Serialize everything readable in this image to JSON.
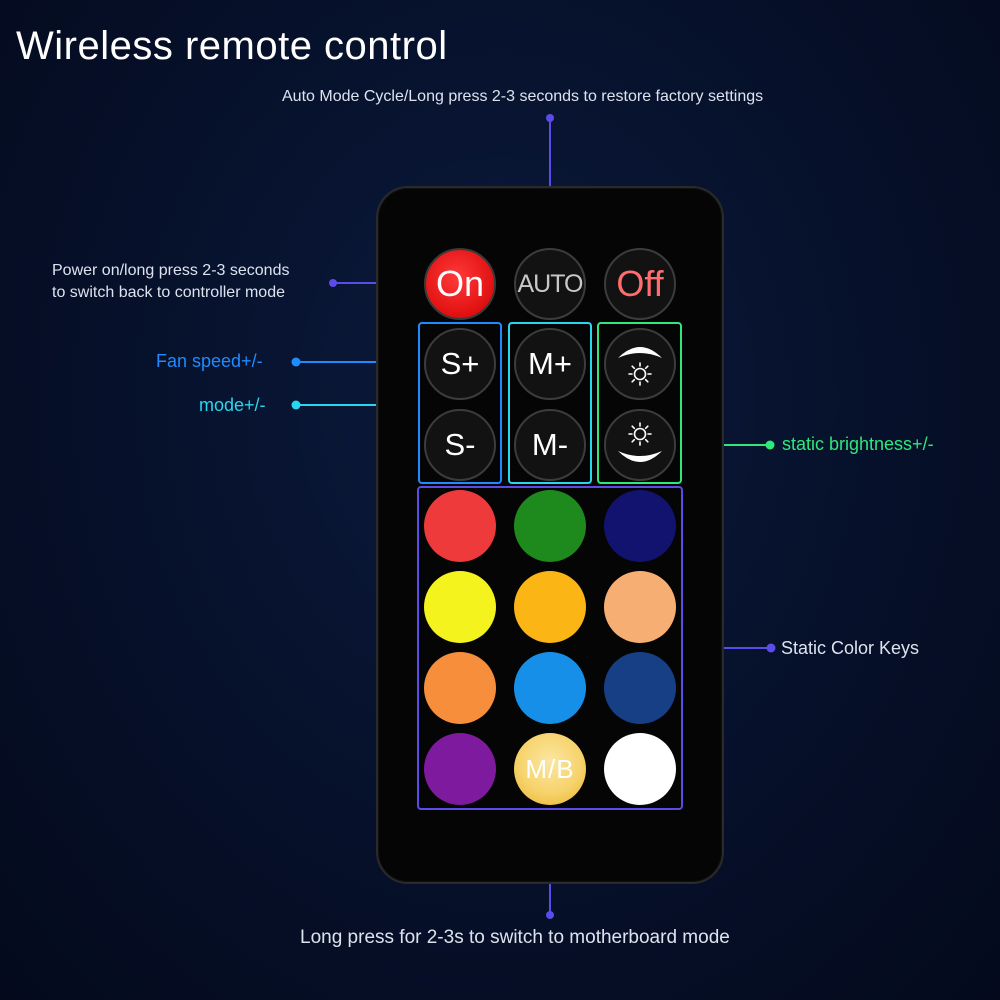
{
  "title": "Wireless remote control",
  "annotations": {
    "auto_mode": "Auto Mode Cycle/Long press 2-3 seconds to restore factory settings",
    "power_line1": "Power on/long press 2-3 seconds",
    "power_line2": "to switch back to controller mode",
    "fan_speed": "Fan speed+/-",
    "mode": "mode+/-",
    "static_brightness": "static brightness+/-",
    "static_color_keys": "Static Color Keys",
    "motherboard": "Long press for 2-3s to switch to motherboard mode"
  },
  "buttons": {
    "on": "On",
    "auto": "AUTO",
    "off": "Off",
    "speed_up": "S+",
    "speed_down": "S-",
    "mode_up": "M+",
    "mode_down": "M-",
    "mb": "M/B"
  },
  "icons": {
    "brightness_up": "brightness-up-icon",
    "brightness_down": "brightness-down-icon"
  },
  "colors": {
    "fan_speed_accent": "#1e8cff",
    "mode_accent": "#28d6ee",
    "brightness_accent": "#2ee87a",
    "callout_line": "#5b4be8",
    "color_keys": [
      "#ee3a3a",
      "#1e8a1e",
      "#12136e",
      "#f4f31e",
      "#fbb514",
      "#f7ae73",
      "#f68e3c",
      "#158fe8",
      "#163f86",
      "#7e1a9e",
      "#f6d36c",
      "#ffffff"
    ]
  }
}
